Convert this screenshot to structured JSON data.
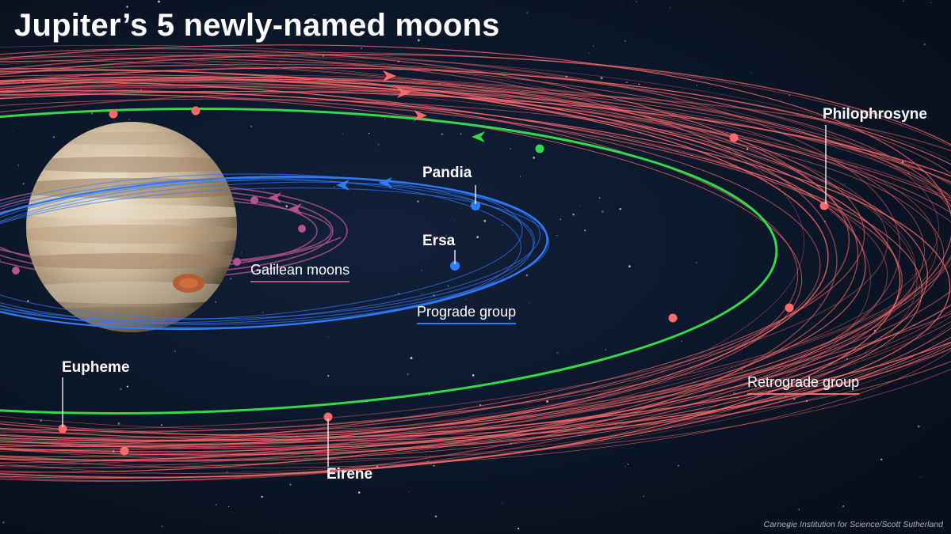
{
  "title": "Jupiter’s 5 newly-named moons",
  "credit": "Carnegie Institution for Science/Scott Sutherland",
  "moons": [
    {
      "name": "Pandia",
      "group": "prograde"
    },
    {
      "name": "Ersa",
      "group": "prograde"
    },
    {
      "name": "Philophrosyne",
      "group": "retrograde"
    },
    {
      "name": "Eupheme",
      "group": "retrograde"
    },
    {
      "name": "Eirene",
      "group": "retrograde"
    }
  ],
  "groups": {
    "galilean": "Galilean moons",
    "prograde": "Prograde group",
    "retrograde": "Retrograde group"
  },
  "colors": {
    "background": "#0b1627",
    "retrograde": "#ff6b6b",
    "prograde": "#2f7bff",
    "galilean": "#b4528c",
    "highlight": "#33d94a",
    "text": "#ffffff"
  }
}
